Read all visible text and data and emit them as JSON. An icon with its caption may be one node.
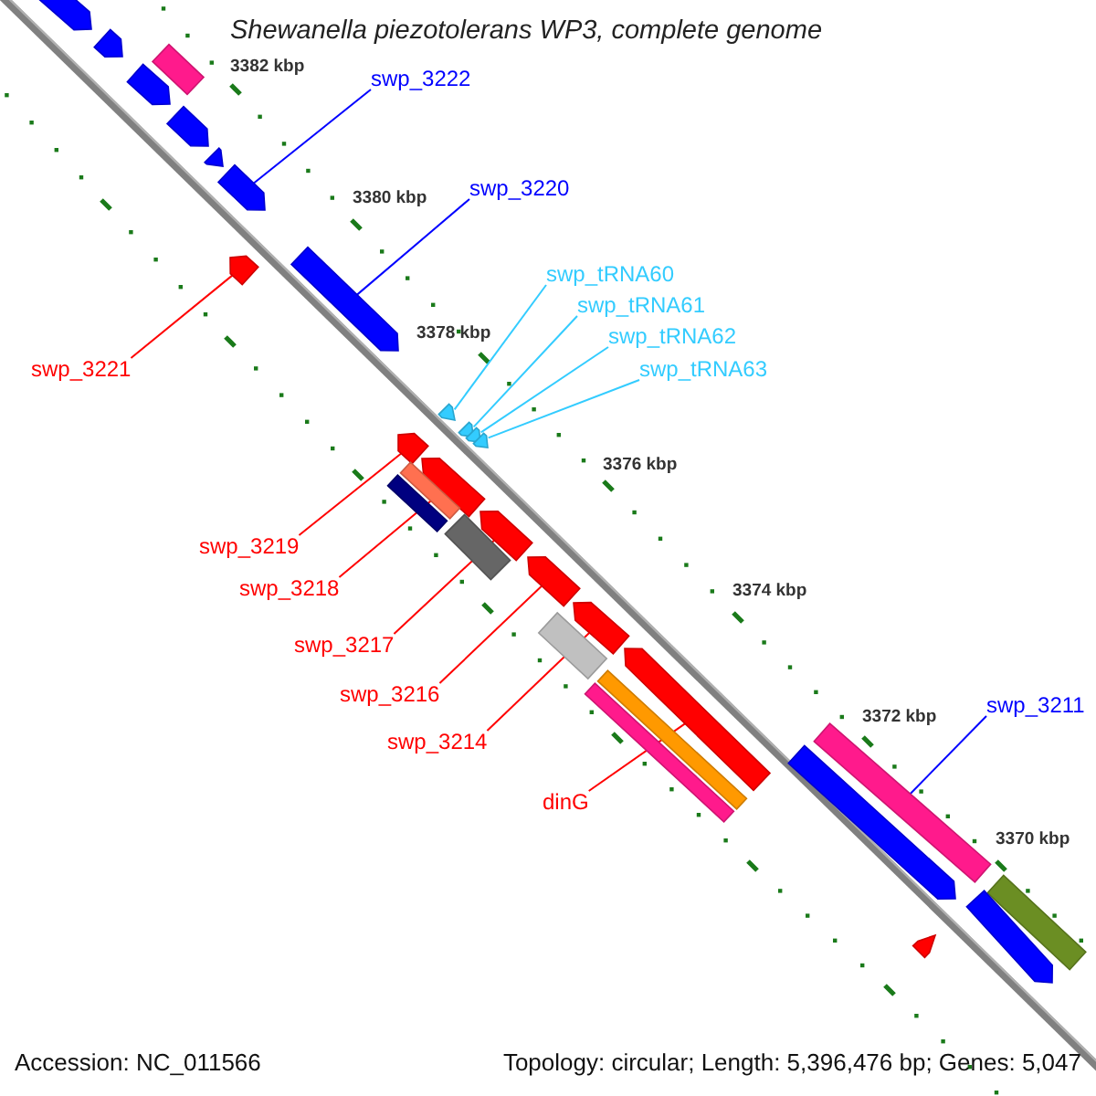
{
  "diagram": {
    "title": "Shewanella piezotolerans WP3, complete genome",
    "nodes": [
      {
        "text": [
          "swp_3222"
        ]
      },
      {
        "text": [
          "swp_3220"
        ]
      },
      {
        "text": [
          "swp_tRNA60"
        ]
      },
      {
        "text": [
          "swp_tRNA61"
        ]
      },
      {
        "text": [
          "swp_tRNA62"
        ]
      },
      {
        "text": [
          "swp_tRNA63"
        ]
      },
      {
        "text": [
          "swp_3221"
        ]
      },
      {
        "text": [
          "swp_3219"
        ]
      },
      {
        "text": [
          "swp_3218"
        ]
      },
      {
        "text": [
          "swp_3217"
        ]
      },
      {
        "text": [
          "swp_3216"
        ]
      },
      {
        "text": [
          "swp_3214"
        ]
      },
      {
        "text": [
          "dinG"
        ]
      },
      {
        "text": [
          "swp_3211"
        ]
      },
      {
        "text": [],
        "shape": "bar"
      },
      {
        "text": [],
        "shape": "bar"
      },
      {
        "text": [],
        "shape": "bar"
      },
      {
        "text": [],
        "shape": "bar"
      },
      {
        "text": [],
        "shape": "bar"
      },
      {
        "text": [],
        "shape": "bar"
      },
      {
        "text": [],
        "shape": "bar"
      },
      {
        "text": [],
        "shape": "bar"
      },
      {
        "text": [],
        "shape": "bar"
      },
      {
        "text": [],
        "shape": "bar"
      },
      {
        "text": [],
        "shape": "bar"
      },
      {
        "text": [],
        "shape": "bar"
      },
      {
        "text": [],
        "shape": "bar"
      },
      {
        "text": [],
        "shape": "bar"
      },
      {
        "text": [],
        "shape": "bar"
      },
      {
        "text": [],
        "shape": "bar"
      },
      {
        "text": [],
        "shape": "bar"
      },
      {
        "text": [],
        "shape": "bar"
      },
      {
        "text": [],
        "shape": "bar"
      },
      {
        "text": [],
        "shape": "bar"
      },
      {
        "text": [],
        "shape": "bar"
      },
      {
        "text": [],
        "shape": "bar"
      },
      {
        "text": [],
        "shape": "bar"
      },
      {
        "text": [],
        "shape": "bar"
      },
      {
        "text": [],
        "shape": "bar"
      },
      {
        "text": [],
        "shape": "bar"
      },
      {
        "text": [],
        "shape": "bar"
      },
      {
        "text": [],
        "shape": "bar"
      },
      {
        "text": [],
        "shape": "bar"
      },
      {
        "text": [],
        "shape": "bar"
      }
    ],
    "edges": [
      {
        "from": 0,
        "to": 20,
        "arrow": "none",
        "color": "#0000ff"
      },
      {
        "from": 1,
        "to": 22,
        "arrow": "none",
        "color": "#0000ff"
      },
      {
        "from": 2,
        "to": 23,
        "arrow": "none",
        "color": "#33ccff"
      },
      {
        "from": 3,
        "to": 24,
        "arrow": "none",
        "color": "#33ccff"
      },
      {
        "from": 4,
        "to": 25,
        "arrow": "none",
        "color": "#33ccff"
      },
      {
        "from": 5,
        "to": 27,
        "arrow": "none",
        "color": "#33ccff"
      },
      {
        "from": 6,
        "to": 21,
        "arrow": "none"
      },
      {
        "from": 7,
        "to": 26,
        "arrow": "none"
      },
      {
        "from": 8,
        "to": 28,
        "arrow": "none"
      },
      {
        "from": 9,
        "to": 31,
        "arrow": "none"
      },
      {
        "from": 10,
        "to": 33,
        "arrow": "none"
      },
      {
        "from": 11,
        "to": 34,
        "arrow": "none"
      },
      {
        "from": 12,
        "to": 36,
        "arrow": "none"
      },
      {
        "from": 13,
        "to": 39,
        "arrow": "none",
        "color": "#0000ff"
      }
    ],
    "labels": [
      "3382 kbp",
      "3380 kbp",
      "3378 kbp",
      "3376 kbp",
      "3374 kbp",
      "3372 kbp",
      "3370 kbp",
      "Accession: NC_011566",
      "Topology: circular; Length: 5,396,476 bp; Genes: 5,047"
    ]
  }
}
